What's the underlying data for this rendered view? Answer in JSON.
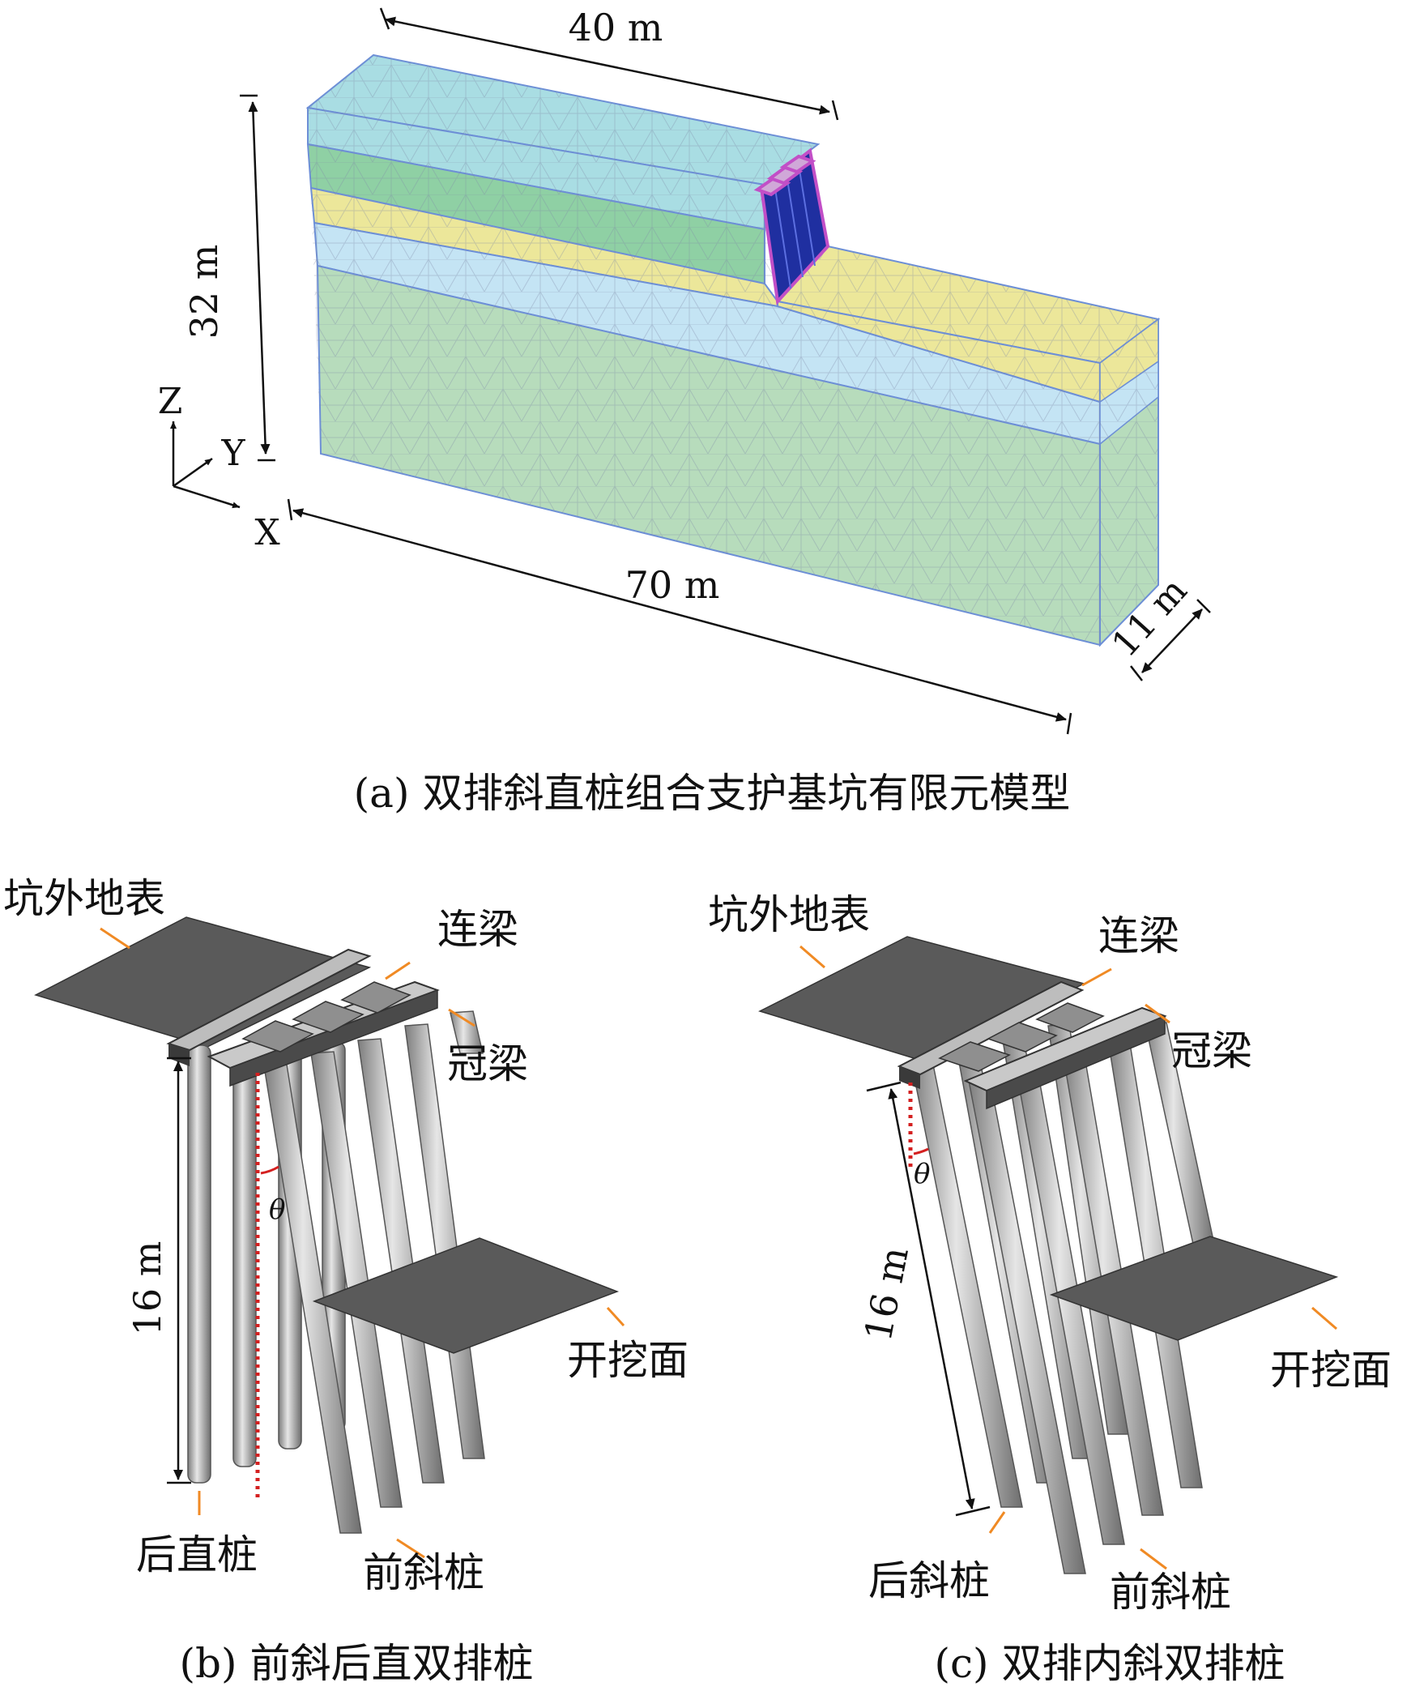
{
  "panel_a": {
    "caption": "(a) 双排斜直桩组合支护基坑有限元模型",
    "dims": {
      "top": "40 m",
      "height": "32 m",
      "length": "70 m",
      "width": "11 m"
    },
    "axes": {
      "z": "Z",
      "y": "Y",
      "x": "X"
    },
    "layer_colors": [
      "#a9dde3",
      "#8fd0a4",
      "#ece79a",
      "#c4e4f4",
      "#b7dcbc"
    ]
  },
  "panel_b": {
    "caption": "(b) 前斜后直双排桩",
    "labels": {
      "ground": "坑外地表",
      "tie_beam": "连梁",
      "cap_beam": "冠梁",
      "excavation": "开挖面",
      "rear_pile": "后直桩",
      "front_pile": "前斜桩",
      "length": "16 m",
      "angle": "θ"
    }
  },
  "panel_c": {
    "caption": "(c) 双排内斜双排桩",
    "labels": {
      "ground": "坑外地表",
      "tie_beam": "连梁",
      "cap_beam": "冠梁",
      "excavation": "开挖面",
      "rear_pile": "后斜桩",
      "front_pile": "前斜桩",
      "length": "16 m",
      "angle": "θ"
    }
  },
  "colors": {
    "pile_dark": "#7d7d7d",
    "pile_light": "#e6e6e6",
    "plate": "#5a5a5a",
    "leader": "#f08a24",
    "marker": "#d42020",
    "pile_frame": "#2531b0"
  }
}
